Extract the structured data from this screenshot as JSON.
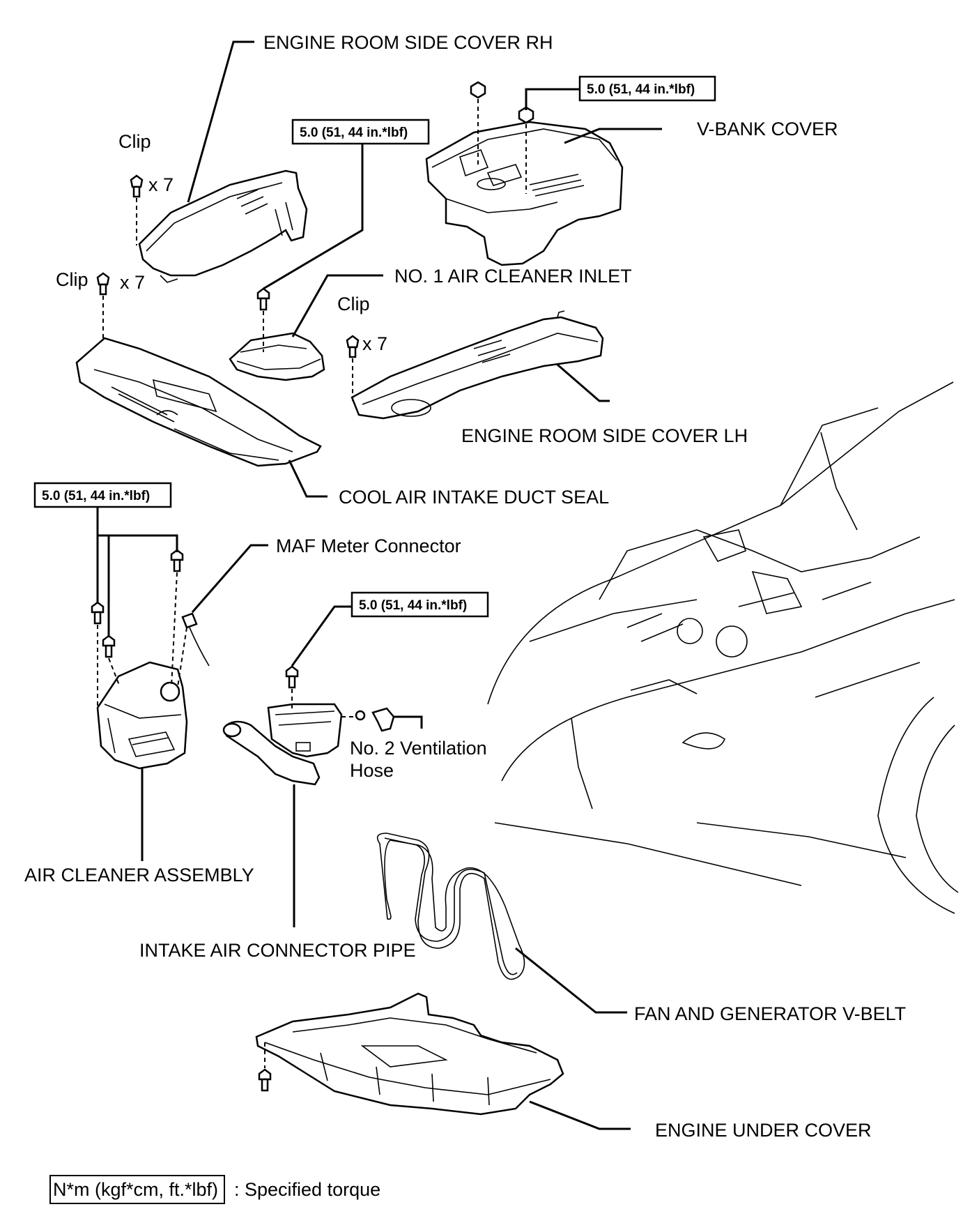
{
  "labels": {
    "engine_room_side_cover_rh": "ENGINE ROOM SIDE COVER RH",
    "v_bank_cover": "V-BANK COVER",
    "no1_air_cleaner_inlet": "NO. 1 AIR CLEANER INLET",
    "engine_room_side_cover_lh": "ENGINE ROOM SIDE COVER LH",
    "cool_air_intake_duct_seal": "COOL AIR INTAKE DUCT SEAL",
    "maf_meter_connector": "MAF Meter Connector",
    "no2_ventilation_hose_line1": "No. 2 Ventilation",
    "no2_ventilation_hose_line2": "Hose",
    "air_cleaner_assembly": "AIR CLEANER ASSEMBLY",
    "intake_air_connector_pipe": "INTAKE AIR CONNECTOR PIPE",
    "fan_and_generator_v_belt": "FAN AND GENERATOR V-BELT",
    "engine_under_cover": "ENGINE UNDER COVER"
  },
  "clips": [
    {
      "label": "Clip",
      "count": "x 7"
    },
    {
      "label": "Clip",
      "count": "x 7"
    },
    {
      "label": "Clip",
      "count": "x 7"
    }
  ],
  "torque": {
    "v_bank": "5.0 (51, 44 in.*lbf)",
    "inlet": "5.0 (51, 44 in.*lbf)",
    "air_cleaner": "5.0 (51, 44 in.*lbf)",
    "connector_pipe": "5.0 (51, 44 in.*lbf)"
  },
  "legend": {
    "unit_box": "N*m (kgf*cm, ft.*lbf)",
    "description": ": Specified torque"
  }
}
